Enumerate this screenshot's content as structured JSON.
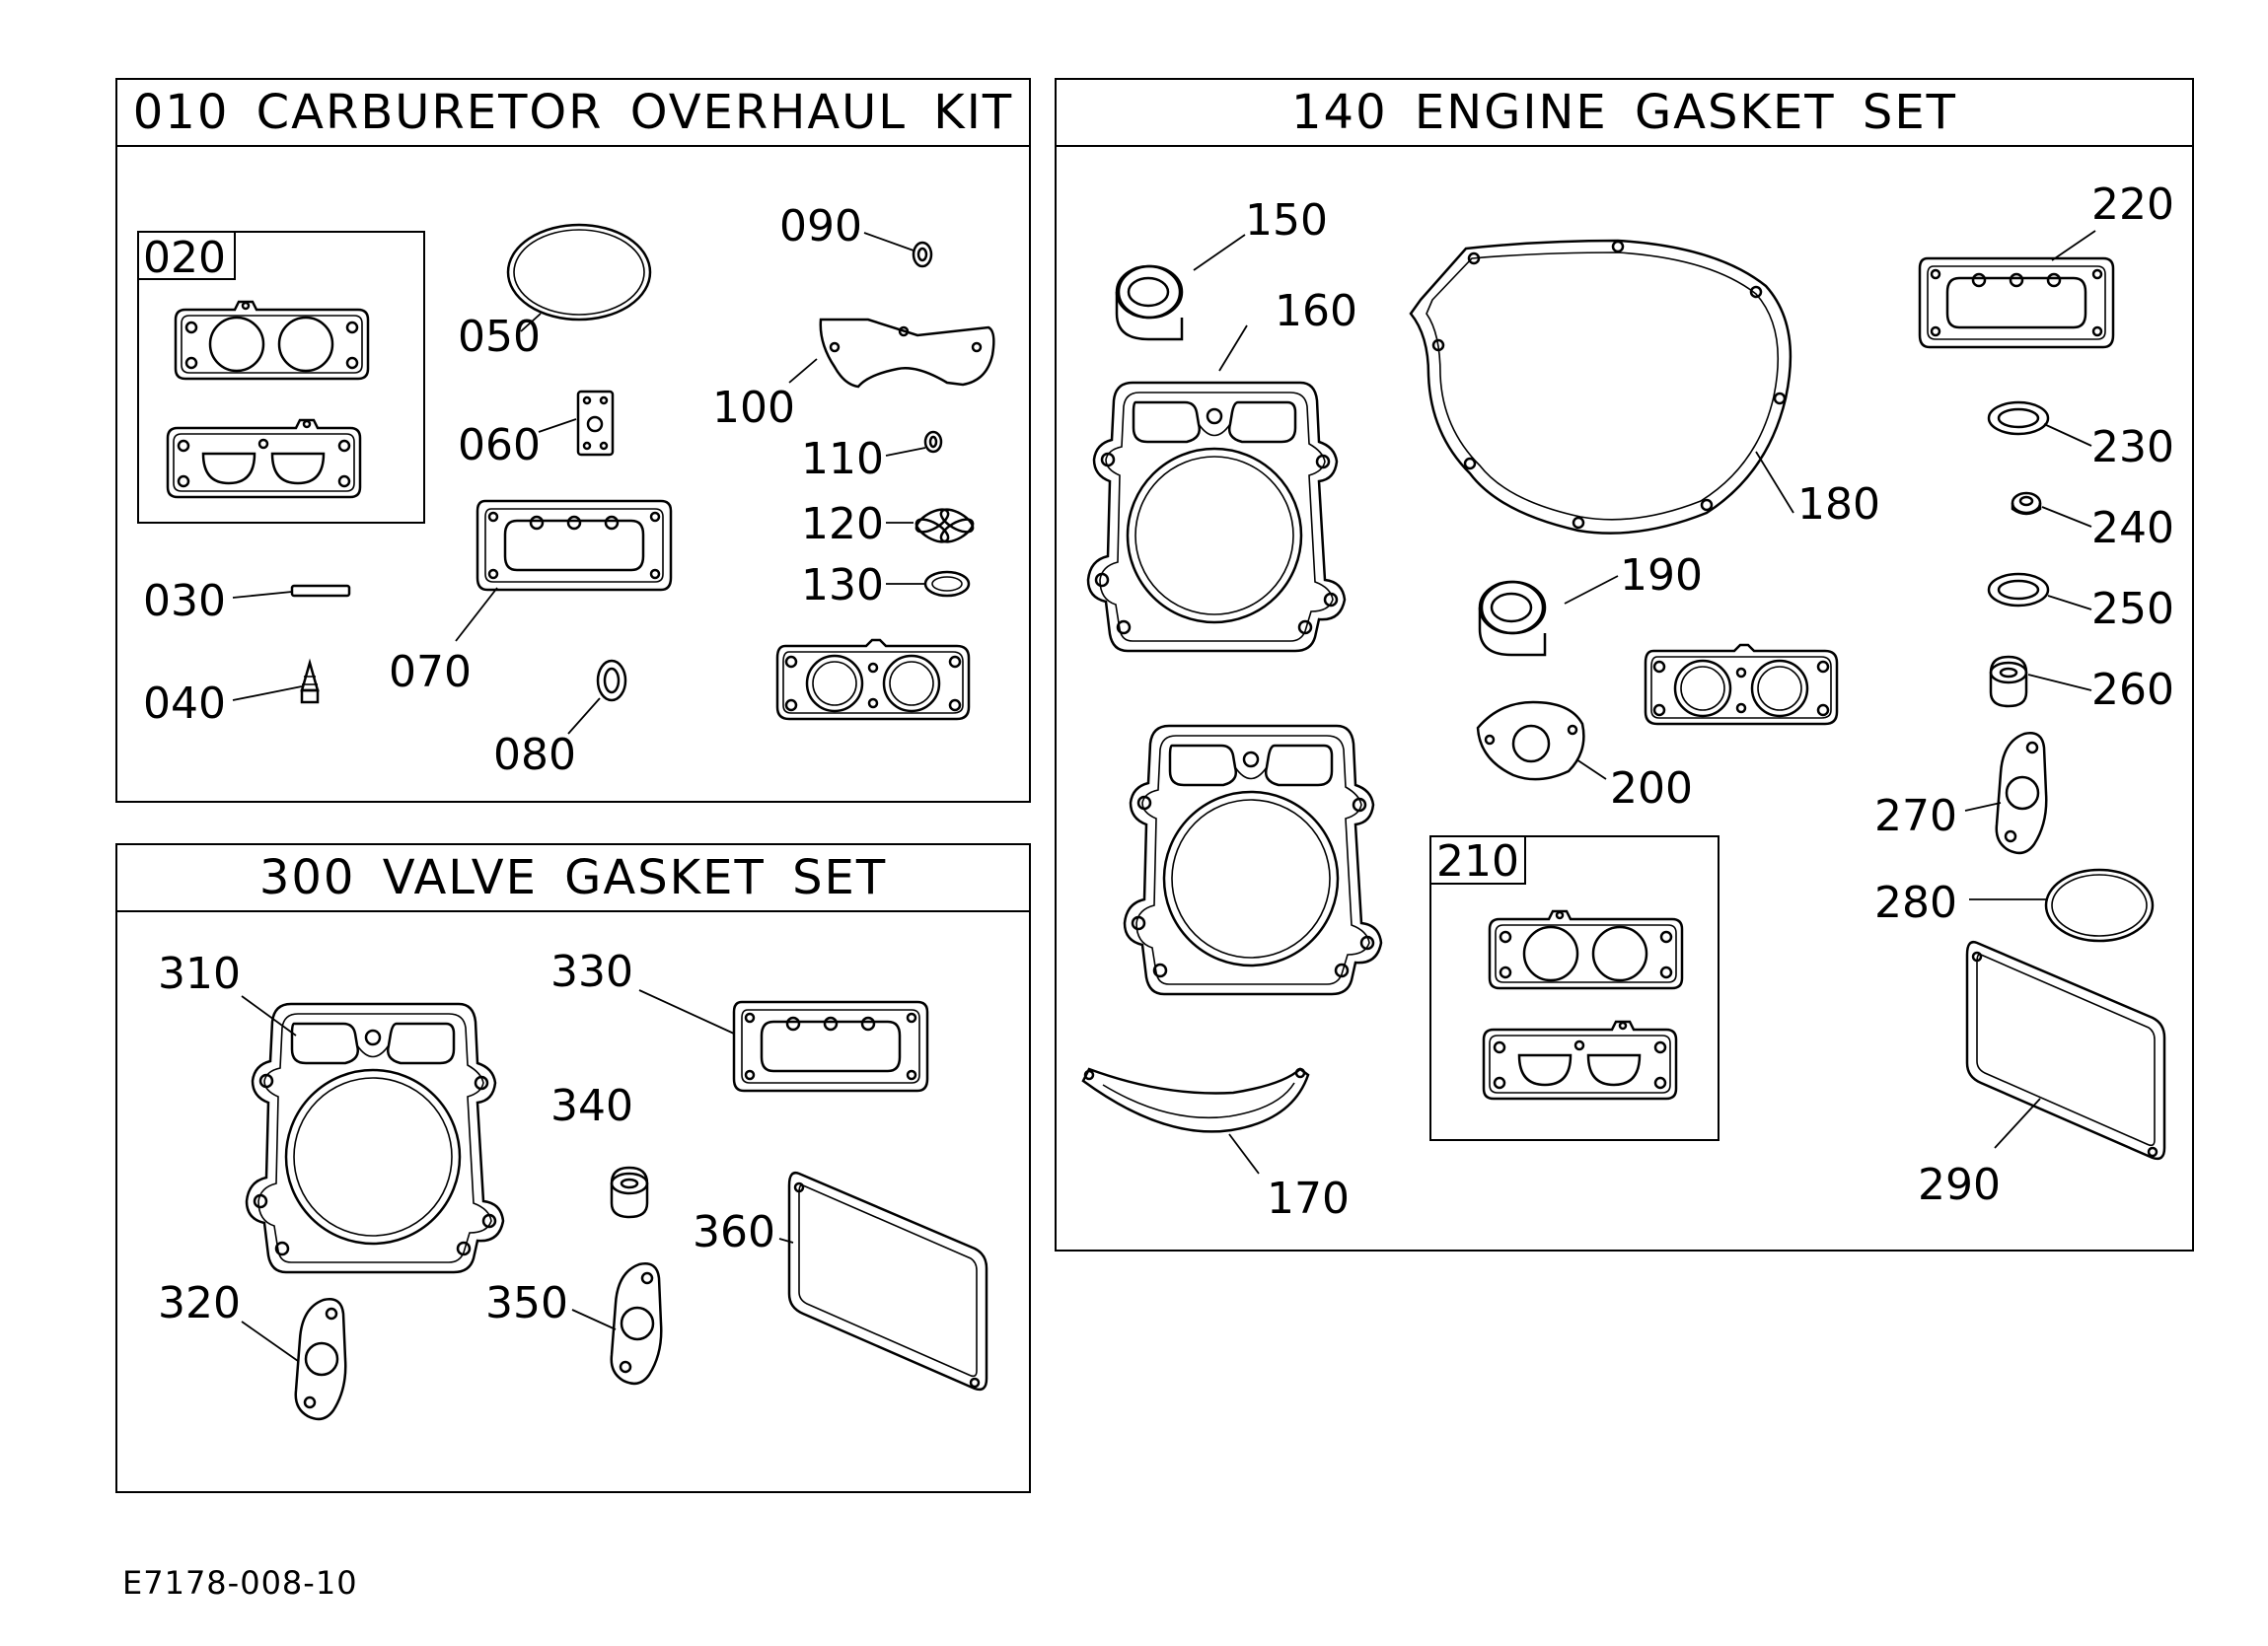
{
  "panels": {
    "carburetor": {
      "title": "010  CARBURETOR  OVERHAUL  KIT"
    },
    "valve": {
      "title": "300  VALVE  GASKET  SET"
    },
    "engine": {
      "title": "140  ENGINE  GASKET  SET"
    }
  },
  "callouts": {
    "c020": "020",
    "c030": "030",
    "c040": "040",
    "c050": "050",
    "c060": "060",
    "c070": "070",
    "c080": "080",
    "c090": "090",
    "c100": "100",
    "c110": "110",
    "c120": "120",
    "c130": "130",
    "c150": "150",
    "c160": "160",
    "c170": "170",
    "c180": "180",
    "c190": "190",
    "c200": "200",
    "c210": "210",
    "c220": "220",
    "c230": "230",
    "c240": "240",
    "c250": "250",
    "c260": "260",
    "c270": "270",
    "c280": "280",
    "c290": "290",
    "c310": "310",
    "c320": "320",
    "c330": "330",
    "c340": "340",
    "c350": "350",
    "c360": "360"
  },
  "footer": {
    "code": "E7178-008-10"
  }
}
